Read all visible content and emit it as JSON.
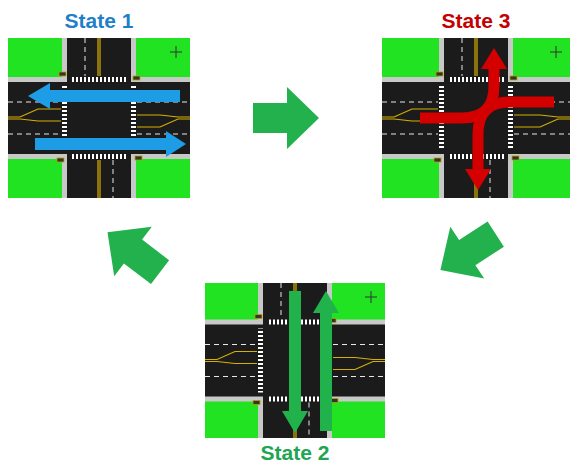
{
  "diagram": {
    "nodes": [
      {
        "text": [
          "State 1"
        ]
      },
      {
        "text": [
          "State 3"
        ]
      },
      {
        "text": [
          "State 2"
        ]
      }
    ],
    "edges": [
      {
        "from": 0,
        "to": 1,
        "arrow": "to"
      },
      {
        "from": 1,
        "to": 2,
        "arrow": "to"
      },
      {
        "from": 2,
        "to": 0,
        "arrow": "to"
      }
    ]
  }
}
